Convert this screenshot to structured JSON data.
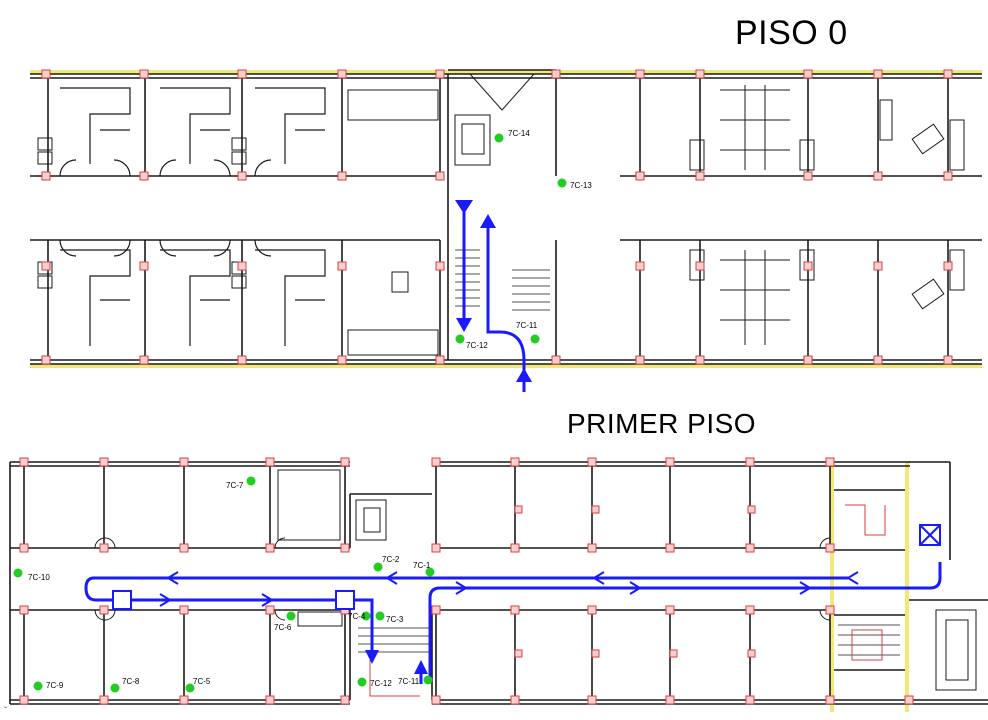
{
  "titles": {
    "floor0": "PISO 0",
    "floor1": "PRIMER PISO"
  },
  "colors": {
    "wall": "#1a1a1a",
    "column": "#d04040",
    "route": "#1a1aff",
    "marker": "#22cc22",
    "accent_yellow": "#f2e87a"
  },
  "floor0_markers": [
    {
      "id": "7C-14"
    },
    {
      "id": "7C-13"
    },
    {
      "id": "7C-12"
    },
    {
      "id": "7C-11"
    }
  ],
  "floor1_markers": [
    {
      "id": "7C-7"
    },
    {
      "id": "7C-10"
    },
    {
      "id": "7C-2"
    },
    {
      "id": "7C-1"
    },
    {
      "id": "7C-6"
    },
    {
      "id": "7C-4"
    },
    {
      "id": "7C-3"
    },
    {
      "id": "7C-9"
    },
    {
      "id": "7C-8"
    },
    {
      "id": "7C-5"
    },
    {
      "id": "7C-12"
    },
    {
      "id": "7C-11"
    }
  ],
  "footer_mark": "ˇ"
}
